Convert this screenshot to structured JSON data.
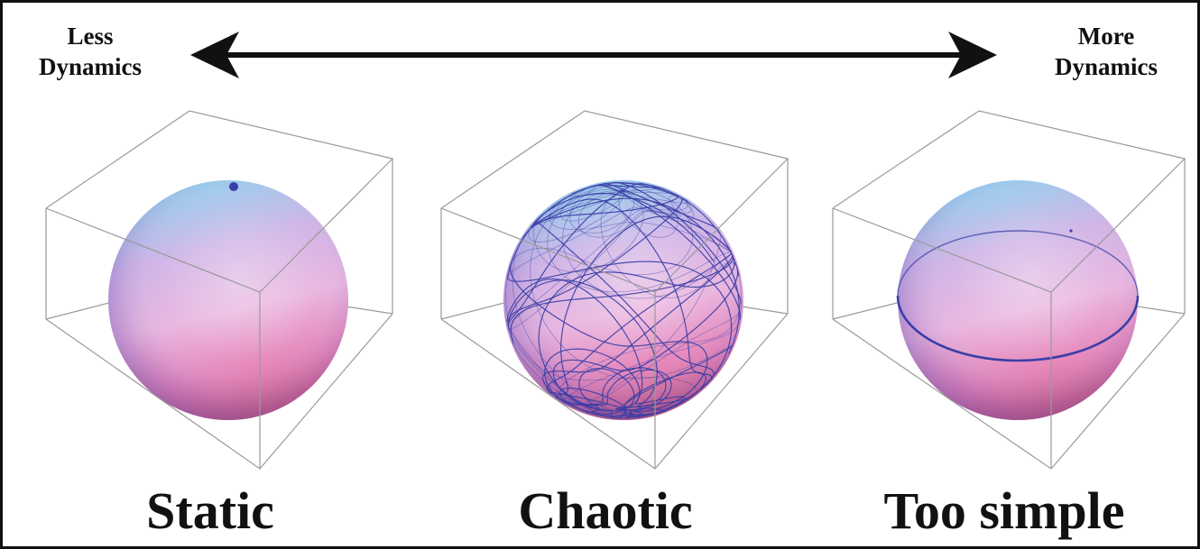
{
  "axis": {
    "left_label": "Less Dynamics",
    "left_lines": [
      "Less",
      "Dynamics"
    ],
    "right_label": "More Dynamics",
    "right_lines": [
      "More",
      "Dynamics"
    ]
  },
  "panels": [
    {
      "caption": "Static",
      "trajectory": "point"
    },
    {
      "caption": "Chaotic",
      "trajectory": "chaotic"
    },
    {
      "caption": "Too simple",
      "trajectory": "circle"
    }
  ],
  "colors": {
    "sphere_top": "#8fd0ee",
    "sphere_mid": "#e9b3de",
    "sphere_bottom": "#e2607a",
    "trajectory": "#3b3fa6",
    "box_edges": "#9a9a9a",
    "text": "#111111"
  }
}
